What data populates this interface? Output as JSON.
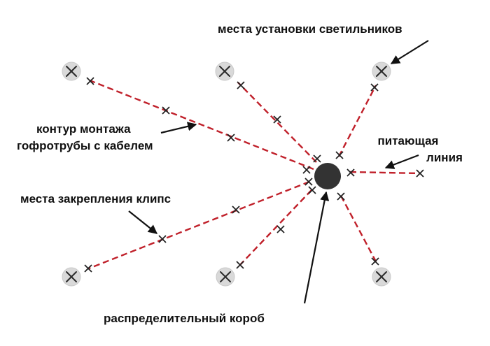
{
  "labels": {
    "fixtures": "места установки светильников",
    "conduit_line1": "контур монтажа",
    "conduit_line2": "гофротрубы с кабелем",
    "supply_line1": "питающая",
    "supply_line2": "линия",
    "clips": "места закрепления клипс",
    "junction_box": "распределительный короб"
  },
  "colors": {
    "wire": "#c0202a",
    "box": "#333333",
    "lamp_fill": "#d9d9d9",
    "text": "#111111"
  },
  "icons": {
    "lamp": "lamp-x-icon",
    "clip": "clip-x-icon"
  }
}
